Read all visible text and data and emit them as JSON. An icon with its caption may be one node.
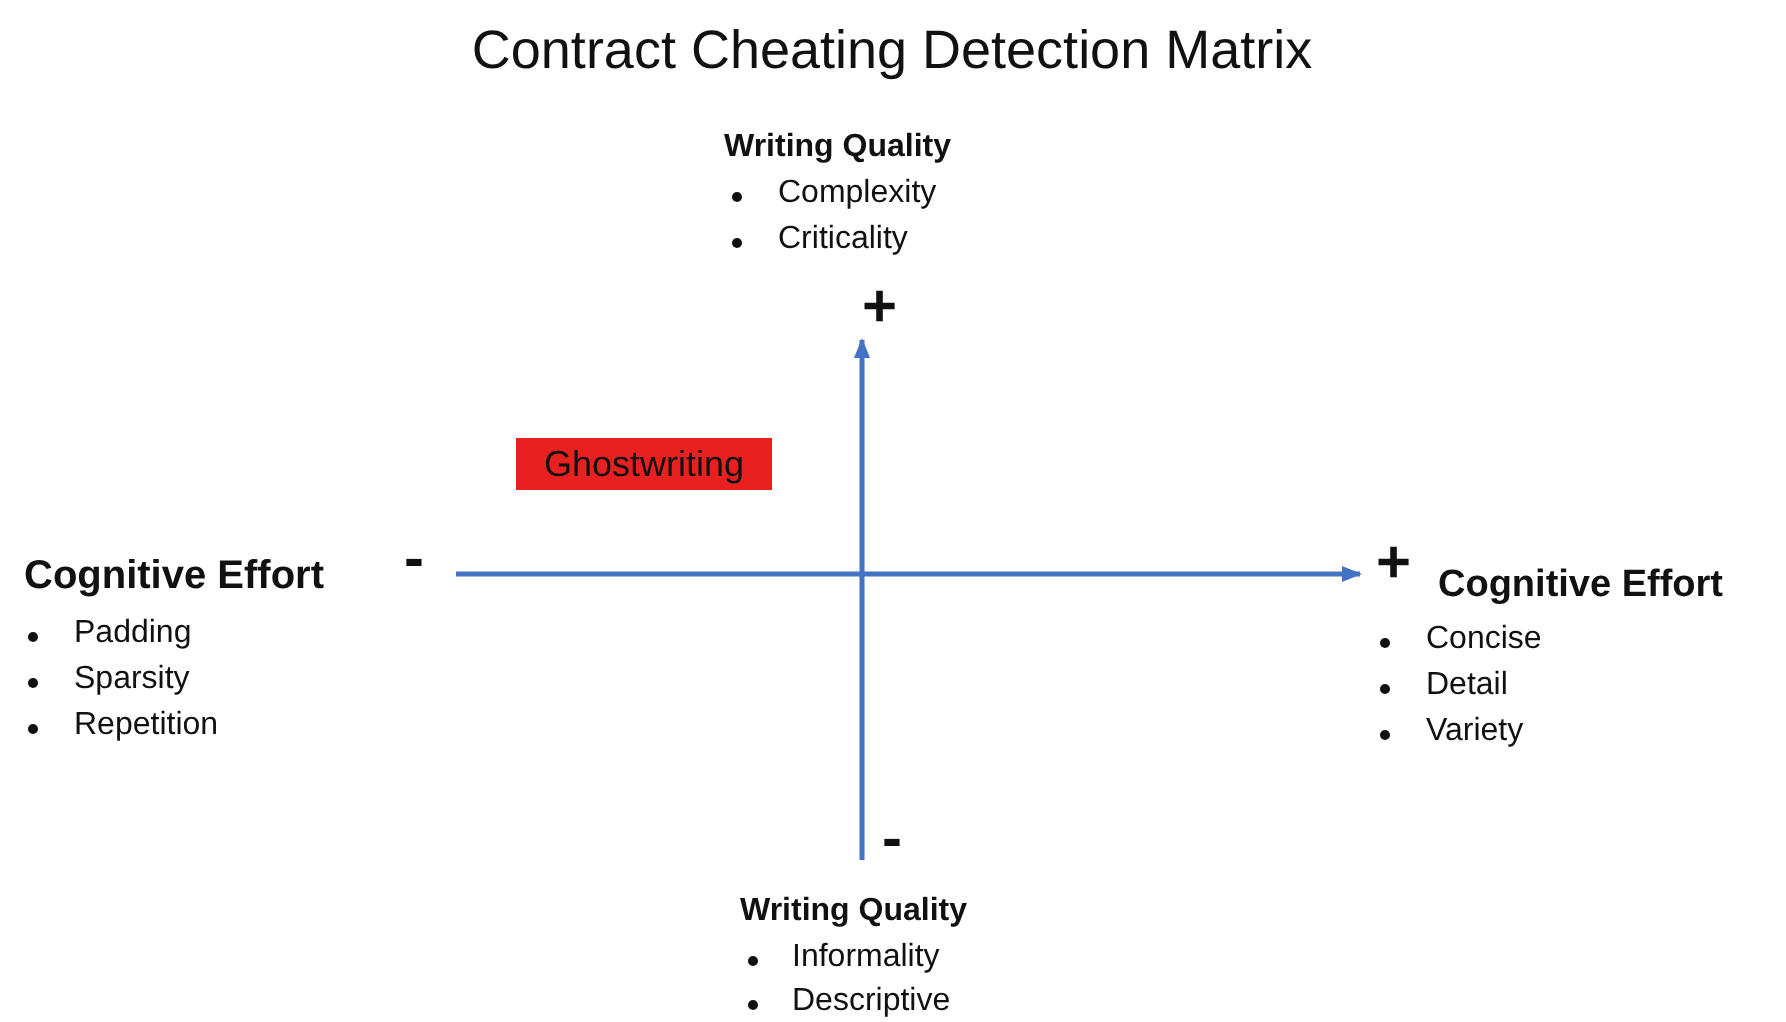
{
  "diagram": {
    "title": "Contract Cheating Detection Matrix",
    "nodes": [
      {
        "text": [
          "Ghostwriting"
        ]
      }
    ],
    "edges": [],
    "labels": [
      "Writing Quality",
      "Complexity",
      "Criticality",
      "+",
      "Cognitive Effort",
      "-",
      "Padding",
      "Sparsity",
      "Repetition",
      "+",
      "Cognitive Effort",
      "Concise",
      "Detail",
      "Variety",
      "-",
      "Writing Quality",
      "Informality",
      "Descriptive"
    ]
  }
}
